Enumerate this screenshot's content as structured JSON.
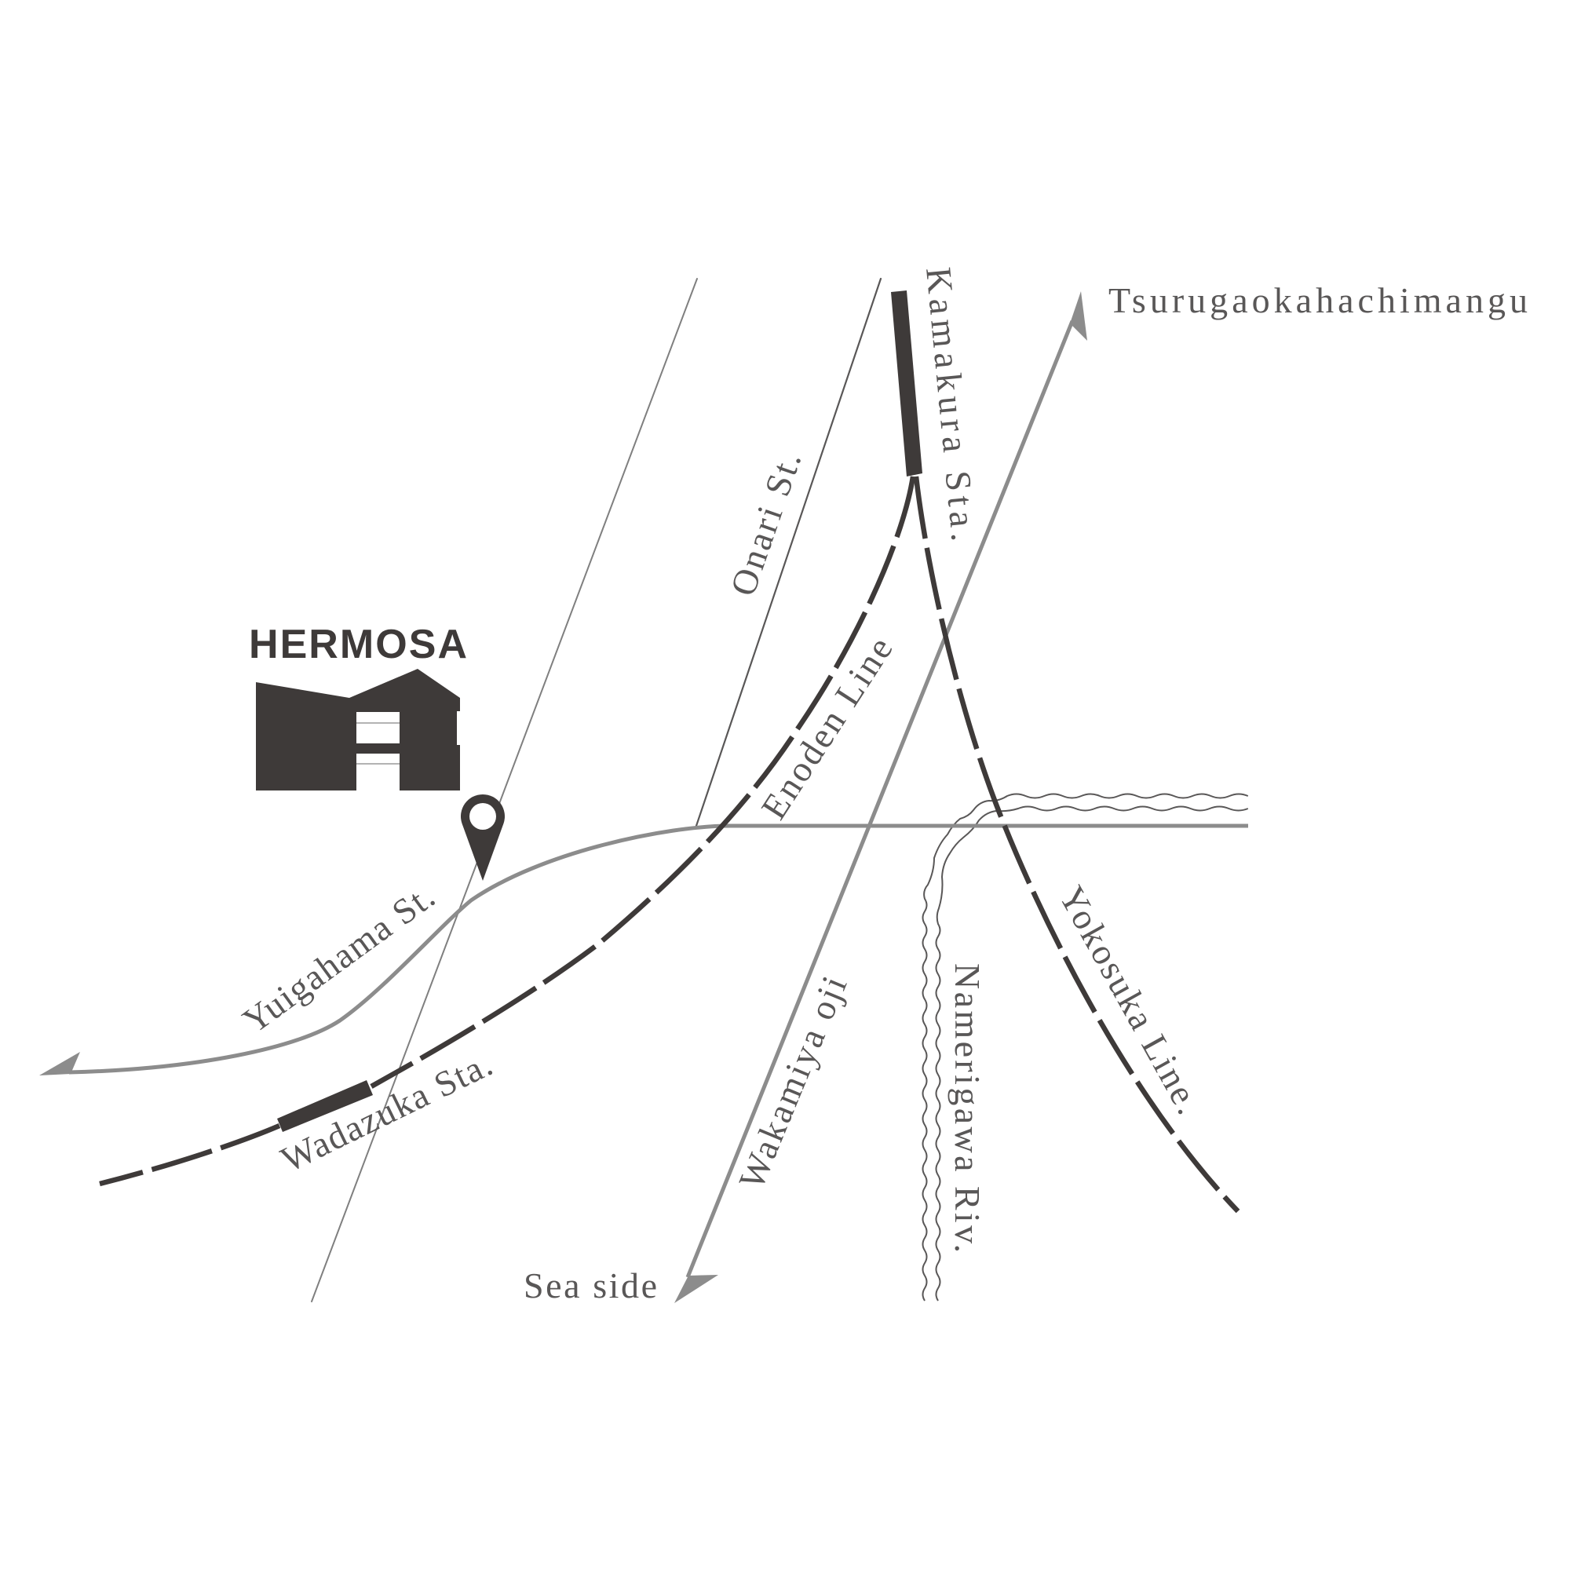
{
  "map": {
    "brand": {
      "name": "HERMOSA",
      "icon": "house-icon"
    },
    "marker": {
      "icon": "map-pin-icon"
    },
    "stations": [
      {
        "name": "Kamakura Sta."
      },
      {
        "name": "Wadazuka Sta."
      }
    ],
    "railways": [
      {
        "name": "Enoden Line"
      },
      {
        "name": "Yokosuka Line."
      }
    ],
    "streets": [
      {
        "name": "Onari St."
      },
      {
        "name": "Yuigahama St."
      },
      {
        "name": "Wakamiya oji"
      }
    ],
    "rivers": [
      {
        "name": "Namerigawa Riv."
      }
    ],
    "directions": [
      {
        "name": "Tsurugaokahachimangu",
        "icon": "arrow-up-icon"
      },
      {
        "name": "Sea side",
        "icon": "arrow-down-icon"
      }
    ],
    "colors": {
      "background": "#ffffff",
      "rail": "#3e3a39",
      "road": "#8c8c8c",
      "thin_road": "#7f7f7f",
      "river": "#595757",
      "label_text": "#595757",
      "brand": "#3e3a39"
    }
  }
}
